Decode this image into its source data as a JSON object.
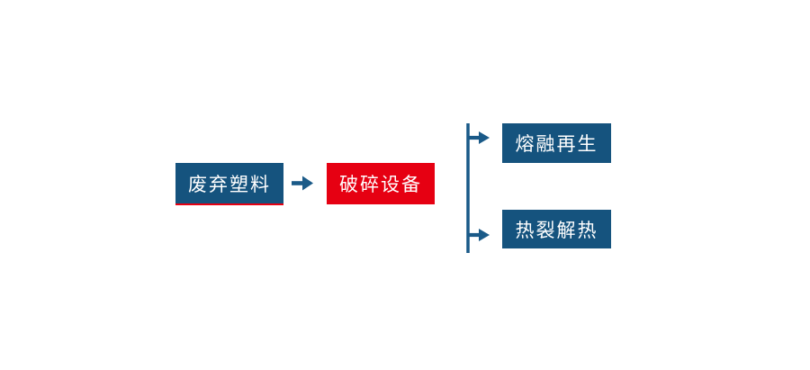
{
  "diagram": {
    "title": "waste-plastic-recycling-flowchart",
    "nodes": {
      "waste_plastic": {
        "label": "废弃塑料",
        "shape": "rect",
        "fill": "blue",
        "underline": "red"
      },
      "crushing_equipment": {
        "label": "破碎设备",
        "shape": "rect",
        "fill": "red"
      },
      "melt_regeneration": {
        "label": "熔融再生",
        "shape": "rect",
        "fill": "blue"
      },
      "pyrolysis": {
        "label": "热裂解热",
        "shape": "rect",
        "fill": "blue"
      }
    },
    "edges": [
      {
        "from": "waste_plastic",
        "to": "crushing_equipment",
        "type": "arrow"
      },
      {
        "from": "crushing_equipment",
        "to": "melt_regeneration",
        "type": "branch-arrow"
      },
      {
        "from": "crushing_equipment",
        "to": "pyrolysis",
        "type": "branch-arrow"
      }
    ],
    "colors": {
      "node_blue": "#15537E",
      "node_red": "#E60012",
      "connector_blue": "#1A5A88",
      "underline_red": "#E60012",
      "text": "#FFFFFF",
      "background": "#FFFFFF"
    }
  }
}
